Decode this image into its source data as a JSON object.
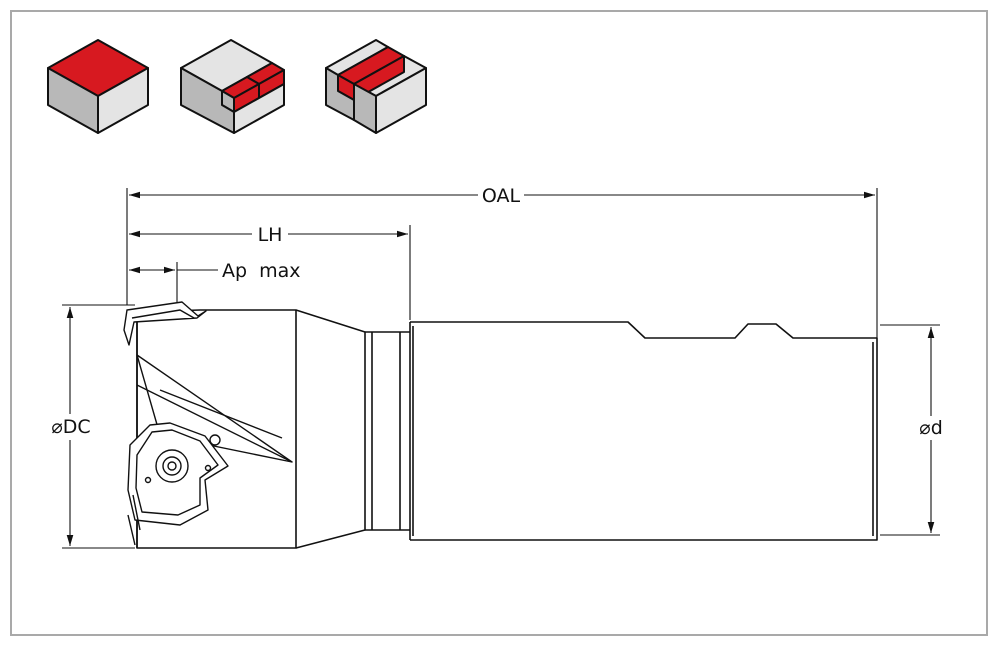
{
  "dimensions": {
    "oal": "OAL",
    "lh": "LH",
    "ap_max": "Ap  max",
    "dc": "⌀DC",
    "d": "⌀d"
  },
  "icons": [
    "face-milling-cube-icon",
    "shoulder-milling-cube-icon",
    "slot-milling-cube-icon"
  ],
  "colors": {
    "accent_red": "#d71920",
    "frame_grey": "#a9a9a9",
    "line": "#111111"
  }
}
